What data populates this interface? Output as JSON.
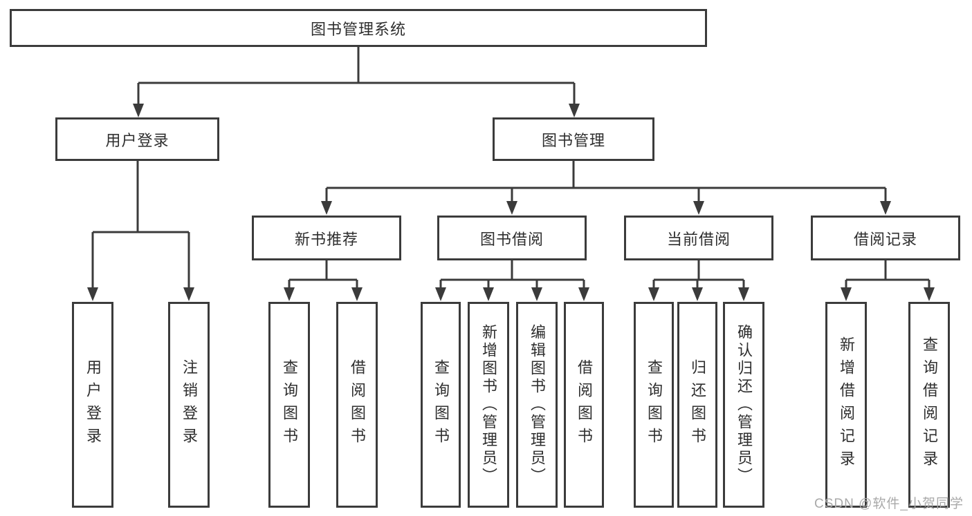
{
  "colors": {
    "line": "#3b3b3b",
    "text": "#2e2e2e",
    "box_bg": "#ffffff",
    "bg": "#ffffff",
    "watermark": "#a9a9a9"
  },
  "watermark": "CSDN @软件_小贺同学",
  "tree": {
    "root": {
      "label": "图书管理系统"
    },
    "branches": [
      {
        "label": "用户登录",
        "leaves": [
          {
            "label": "用户登录"
          },
          {
            "label": "注销登录"
          }
        ]
      },
      {
        "label": "图书管理",
        "sections": [
          {
            "label": "新书推荐",
            "leaves": [
              {
                "label": "查询图书"
              },
              {
                "label": "借阅图书"
              }
            ]
          },
          {
            "label": "图书借阅",
            "leaves": [
              {
                "label": "查询图书"
              },
              {
                "label": "新增图书（管理员）"
              },
              {
                "label": "编辑图书（管理员）"
              },
              {
                "label": "借阅图书"
              }
            ]
          },
          {
            "label": "当前借阅",
            "leaves": [
              {
                "label": "查询图书"
              },
              {
                "label": "归还图书"
              },
              {
                "label": "确认归还（管理员）"
              }
            ]
          },
          {
            "label": "借阅记录",
            "leaves": [
              {
                "label": "新增借阅记录"
              },
              {
                "label": "查询借阅记录"
              }
            ]
          }
        ]
      }
    ]
  }
}
